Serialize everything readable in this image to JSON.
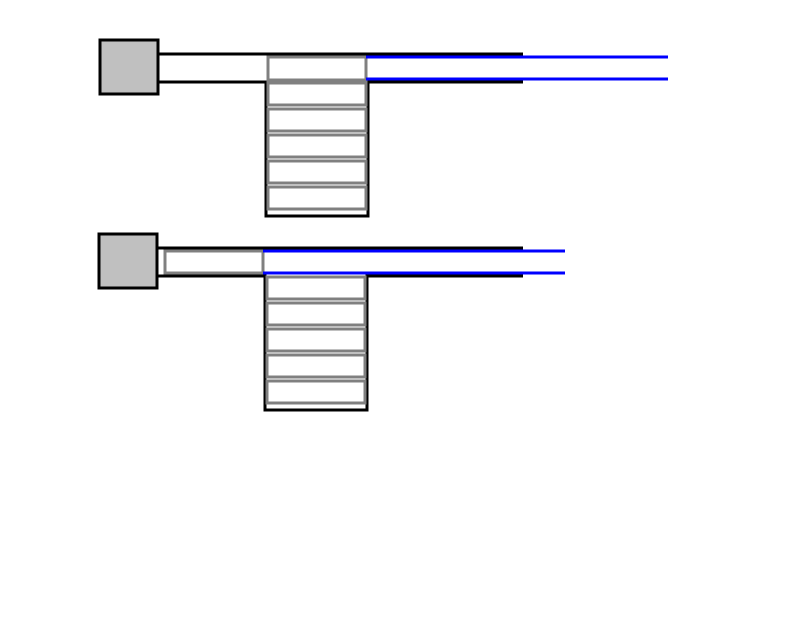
{
  "colors": {
    "node_fill": "#c0c0c0",
    "outline": "#000000",
    "cell_border": "#808080",
    "cell_fill": "#ffffff",
    "highlight_line": "#0000ff"
  },
  "groups": [
    {
      "cells": 6,
      "selected_cell": 1,
      "selected_cell_outside_list": false
    },
    {
      "cells": 5,
      "selected_cell": 1,
      "selected_cell_outside_list": true
    }
  ]
}
